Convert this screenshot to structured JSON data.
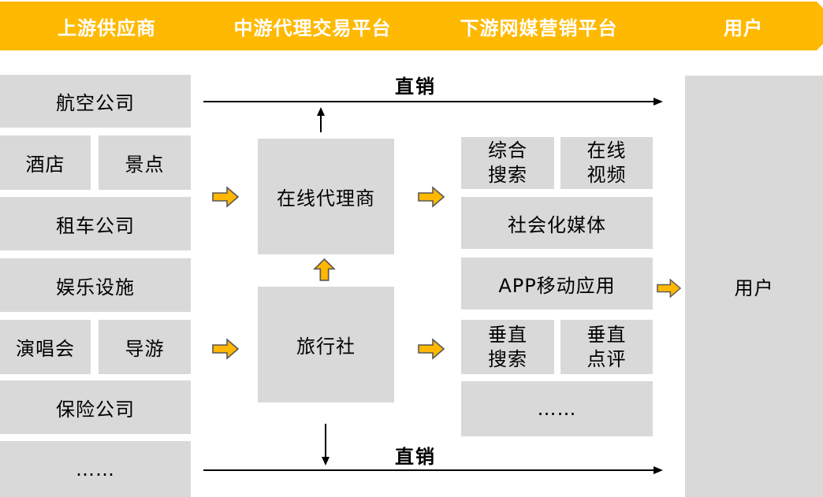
{
  "banner": {
    "segments": [
      {
        "label": "上游供应商"
      },
      {
        "label": "中游代理交易平台"
      },
      {
        "label": "下游网媒营销平台"
      },
      {
        "label": "用户"
      }
    ]
  },
  "suppliers": {
    "airlines": "航空公司",
    "hotel": "酒店",
    "attraction": "景点",
    "car_rental": "租车公司",
    "entertainment": "娱乐设施",
    "concert": "演唱会",
    "tour_guide": "导游",
    "insurance": "保险公司",
    "more": "……"
  },
  "agencies": {
    "online_agent": "在线代理商",
    "travel_agency": "旅行社"
  },
  "media": {
    "general_search": "综合\n搜索",
    "online_video": "在线\n视频",
    "social_media": "社会化媒体",
    "mobile_app": "APP移动应用",
    "vertical_search": "垂直\n搜索",
    "vertical_review": "垂直\n点评",
    "more": "……"
  },
  "user": {
    "label": "用户"
  },
  "labels": {
    "direct_sales_top": "直销",
    "direct_sales_bottom": "直销"
  },
  "colors": {
    "banner_bg": "#FFB900",
    "banner_text": "#FFFFFF",
    "box_bg": "#D9D9D9",
    "box_text": "#000000",
    "block_arrow_fill": "#FFB700",
    "block_arrow_stroke": "#595959",
    "line_color": "#000000"
  }
}
